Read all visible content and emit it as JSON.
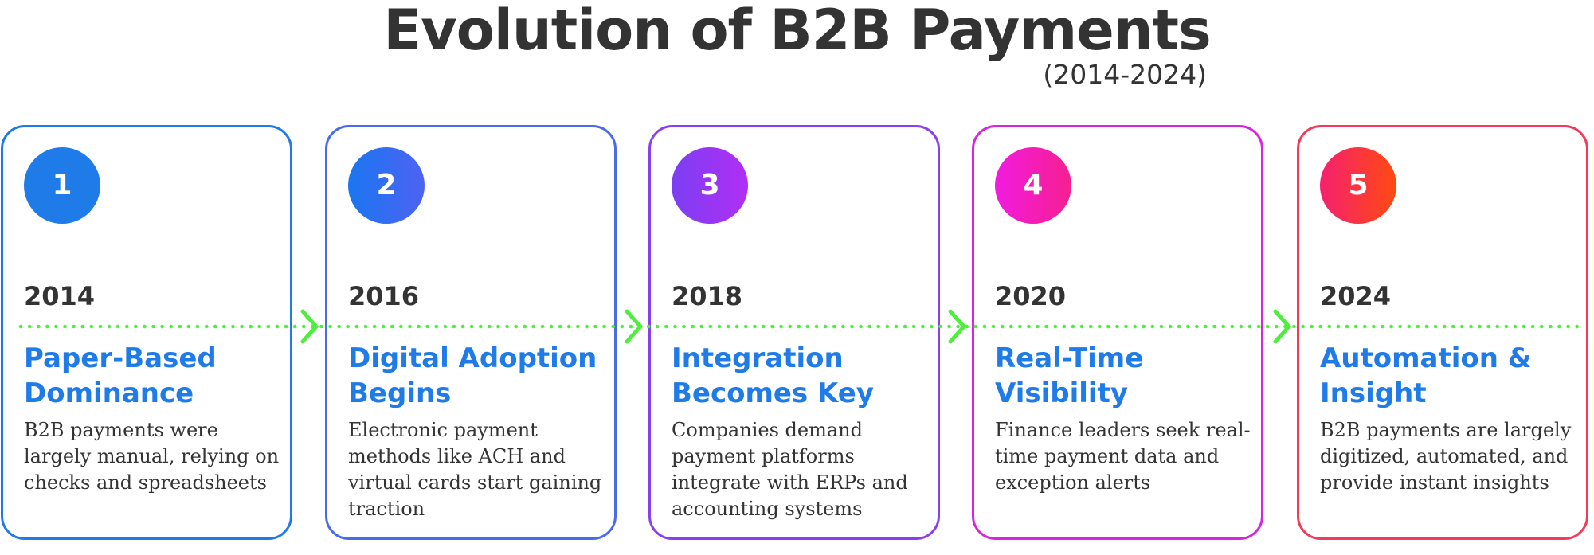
{
  "title": "Evolution of B2B Payments",
  "subtitle": "(2014-2024)",
  "colors": {
    "heading_blue": "#1f7be8",
    "timeline_green": "#4cf03a",
    "text_dark": "#333333"
  },
  "cards": [
    {
      "number": "1",
      "year": "2014",
      "heading": "Paper-Based Dominance",
      "description": "B2B payments were largely manual, relying on checks and spreadsheets",
      "badge_colors": [
        "#1f7be8",
        "#1f7be8"
      ],
      "border_color": "#1f7be8"
    },
    {
      "number": "2",
      "year": "2016",
      "heading": "Digital Adoption Begins",
      "description": "Electronic payment methods like ACH and virtual cards start gaining traction",
      "badge_colors": [
        "#1a76f0",
        "#4e63f2"
      ],
      "border_color": "#4a6be8"
    },
    {
      "number": "3",
      "year": "2018",
      "heading": "Integration Becomes Key",
      "description": "Companies demand payment platforms integrate with ERPs and accounting systems",
      "badge_colors": [
        "#7b3ff2",
        "#b12ef5"
      ],
      "border_color": "#8a3fee"
    },
    {
      "number": "4",
      "year": "2020",
      "heading": "Real-Time Visibility",
      "description": "Finance leaders seek real-time payment data and exception alerts",
      "badge_colors": [
        "#f21be0",
        "#f5208f"
      ],
      "border_color": "#d824e0"
    },
    {
      "number": "5",
      "year": "2024",
      "heading": "Automation & Insight",
      "description": "B2B payments are largely digitized, automated, and provide instant insights",
      "badge_colors": [
        "#f5206f",
        "#ff4a10"
      ],
      "border_color": "#f43a5a"
    }
  ]
}
